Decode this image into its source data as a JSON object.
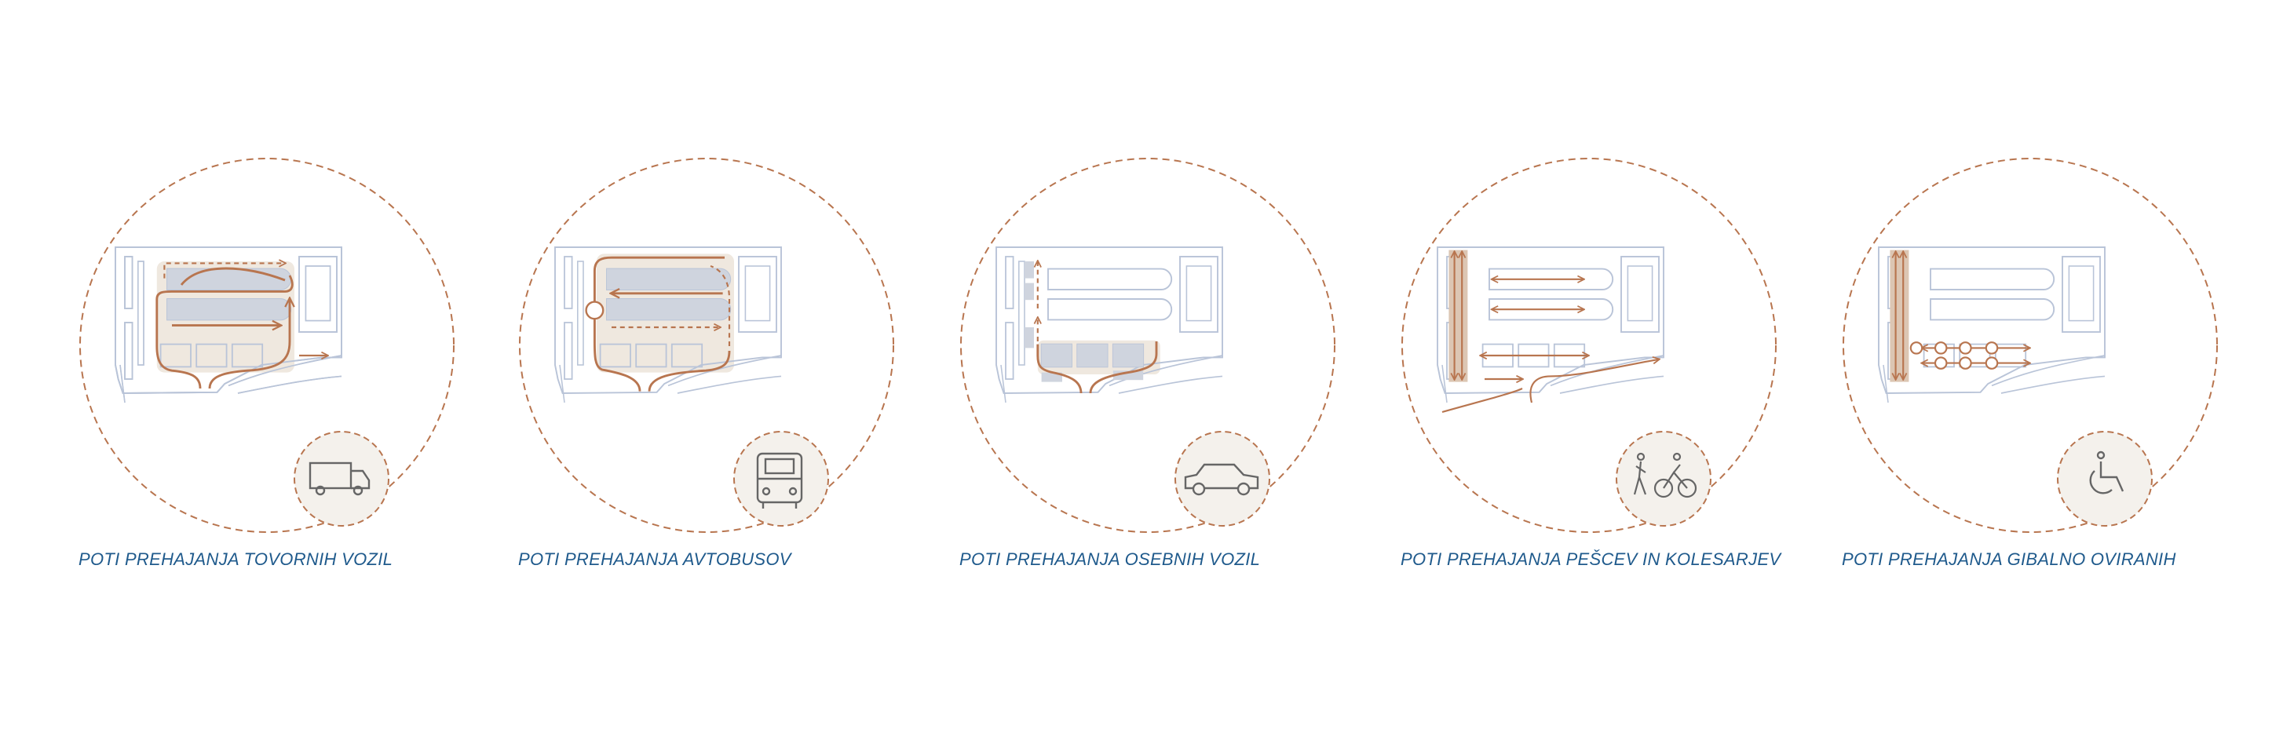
{
  "panels": [
    {
      "id": "freight",
      "caption": "POTI PREHAJANJA TOVORNIH VOZIL",
      "icon": "truck-icon"
    },
    {
      "id": "bus",
      "caption": "POTI PREHAJANJA AVTOBUSOV",
      "icon": "bus-icon"
    },
    {
      "id": "car",
      "caption": "POTI PREHAJANJA OSEBNIH VOZIL",
      "icon": "car-icon"
    },
    {
      "id": "pedestrian",
      "caption": "POTI PREHAJANJA PEŠCEV IN KOLESARJEV",
      "icon": "pedestrian-cyclist-icon"
    },
    {
      "id": "disabled",
      "caption": "POTI PREHAJANJA GIBALNO OVIRANIH",
      "icon": "wheelchair-icon"
    }
  ],
  "colors": {
    "path": "#b8754f",
    "site_line": "#b9c4d8",
    "parking_fill": "#cfd4de",
    "highlight_fill": "#efe8df",
    "walkway_fill": "#dcc6b3",
    "caption": "#1f5a8c"
  }
}
